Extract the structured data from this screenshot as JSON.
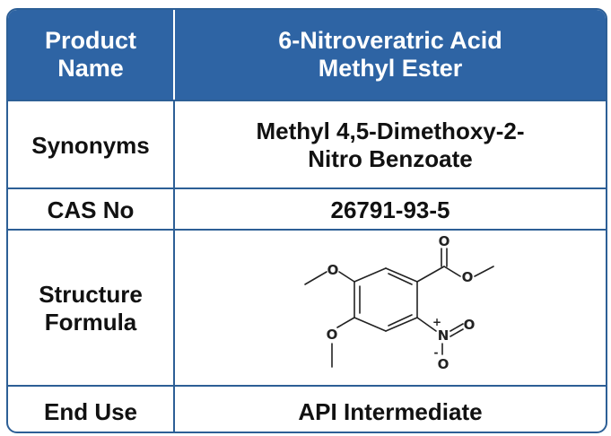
{
  "table": {
    "header": {
      "label": "Product Name",
      "value": "6-Nitroveratric Acid Methyl Ester"
    },
    "synonyms": {
      "label": "Synonyms",
      "value": "Methyl 4,5-Dimethoxy-2-Nitro Benzoate"
    },
    "cas": {
      "label": "CAS No",
      "value": "26791-93-5"
    },
    "structure": {
      "label": "Structure Formula",
      "atoms": {
        "carbonyl_o": "O",
        "ester_o": "O",
        "methoxy_top_o": "O",
        "methoxy_bottom_o": "O",
        "nitrogen": "N",
        "nitro_plus": "+",
        "nitro_o_right": "O",
        "nitro_o_bottom": "O",
        "nitro_minus": "-"
      }
    },
    "end_use": {
      "label": "End Use",
      "value": "API Intermediate"
    }
  },
  "colors": {
    "header_bg": "#2e64a4",
    "border": "#2d5f96",
    "header_text": "#ffffff",
    "body_text": "#111111"
  }
}
